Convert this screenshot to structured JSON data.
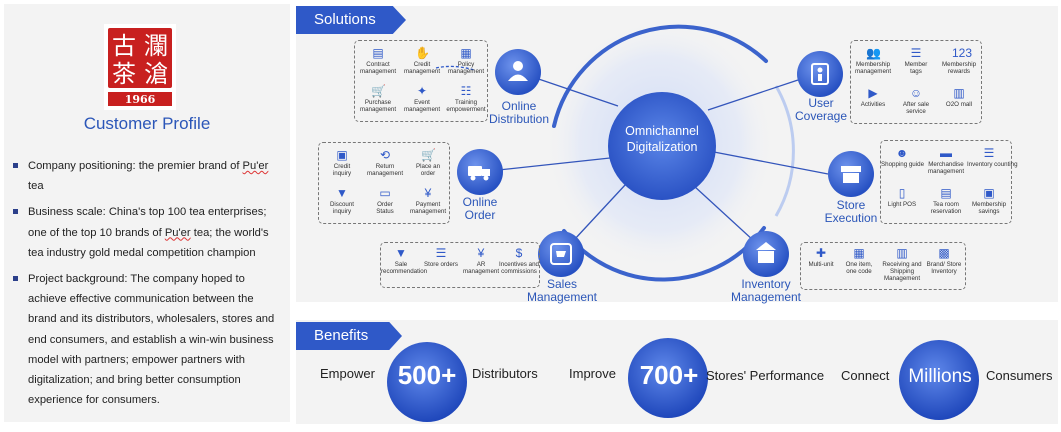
{
  "customer_profile": {
    "logo_text_top_left": "古",
    "logo_text_top_right": "瀾",
    "logo_text_mid_left": "茶",
    "logo_text_mid_right": "滄",
    "logo_year": "1966",
    "title": "Customer Profile",
    "bullets": [
      {
        "before": "Company positioning: the premier brand of ",
        "marked": "Pu'er",
        "after": " tea"
      },
      {
        "before": "Business scale: China's top 100 tea enterprises; one of the top 10 brands of ",
        "marked": "Pu'er",
        "after": " tea; the world's tea industry gold medal competition champion"
      },
      {
        "before": "Project background: The company hoped to achieve effective communication between the brand and its distributors, wholesalers, stores and end consumers, and establish a win-win business model with partners; empower partners with digitalization; and bring better consumption experience for consumers.",
        "marked": "",
        "after": ""
      }
    ]
  },
  "solutions": {
    "tag": "Solutions",
    "hub_line1": "Omnichannel",
    "hub_line2": "Digitalization",
    "nodes": {
      "online_distribution": {
        "line1": "Online",
        "line2": "Distribution",
        "icon": "person-icon"
      },
      "online_order": {
        "line1": "Online",
        "line2": "Order",
        "icon": "truck-icon"
      },
      "sales_management": {
        "line1": "Sales",
        "line2": "Management",
        "icon": "cart-icon"
      },
      "inventory_management": {
        "line1": "Inventory",
        "line2": "Management",
        "icon": "warehouse-icon"
      },
      "store_execution": {
        "line1": "Store",
        "line2": "Execution",
        "icon": "store-icon"
      },
      "user_coverage": {
        "line1": "User",
        "line2": "Coverage",
        "icon": "user-icon"
      }
    },
    "boxes": {
      "distribution": [
        {
          "l1": "Contract",
          "l2": "management",
          "icon": "▤"
        },
        {
          "l1": "Credit",
          "l2": "management",
          "icon": "✋"
        },
        {
          "l1": "Policy",
          "l2": "management",
          "icon": "▦"
        },
        {
          "l1": "Purchase",
          "l2": "management",
          "icon": "🛒"
        },
        {
          "l1": "Event",
          "l2": "management",
          "icon": "✦"
        },
        {
          "l1": "Training",
          "l2": "empowerment",
          "icon": "☷"
        }
      ],
      "order": [
        {
          "l1": "Credit",
          "l2": "inquiry",
          "icon": "▣"
        },
        {
          "l1": "Return",
          "l2": "management",
          "icon": "⟲"
        },
        {
          "l1": "Place an",
          "l2": "order",
          "icon": "🛒"
        },
        {
          "l1": "Discount",
          "l2": "inquiry",
          "icon": "▼"
        },
        {
          "l1": "Order",
          "l2": "Status",
          "icon": "▭"
        },
        {
          "l1": "Payment",
          "l2": "management",
          "icon": "¥"
        }
      ],
      "sales": [
        {
          "l1": "Sale",
          "l2": "recommendation",
          "icon": "▼"
        },
        {
          "l1": "Store orders",
          "l2": "",
          "icon": "☰"
        },
        {
          "l1": "AR",
          "l2": "management",
          "icon": "¥"
        },
        {
          "l1": "Incentives and",
          "l2": "commissions",
          "icon": "$"
        }
      ],
      "inventory": [
        {
          "l1": "Multi-unit",
          "l2": "",
          "icon": "✚"
        },
        {
          "l1": "One item,",
          "l2": "one code",
          "icon": "▦"
        },
        {
          "l1": "Receiving and",
          "l2": "Shipping",
          "l3": "Management",
          "icon": "▥"
        },
        {
          "l1": "Brand/ Store",
          "l2": "Inventory",
          "icon": "▩"
        }
      ],
      "store": [
        {
          "l1": "Shopping guide",
          "l2": "",
          "icon": "☻"
        },
        {
          "l1": "Merchandise",
          "l2": "management",
          "icon": "▬"
        },
        {
          "l1": "Inventory counting",
          "l2": "",
          "icon": "☰"
        },
        {
          "l1": "Light POS",
          "l2": "",
          "icon": "▯"
        },
        {
          "l1": "Tea room",
          "l2": "reservation",
          "icon": "▤"
        },
        {
          "l1": "Membership",
          "l2": "savings",
          "icon": "▣"
        }
      ],
      "user": [
        {
          "l1": "Membership",
          "l2": "management",
          "icon": "👥"
        },
        {
          "l1": "Member",
          "l2": "tags",
          "icon": "☰"
        },
        {
          "l1": "Membership",
          "l2": "rewards",
          "icon": "123"
        },
        {
          "l1": "Activities",
          "l2": "",
          "icon": "▶"
        },
        {
          "l1": "After sale",
          "l2": "service",
          "icon": "☺"
        },
        {
          "l1": "O2O mall",
          "l2": "",
          "icon": "▥"
        }
      ]
    }
  },
  "benefits": {
    "tag": "Benefits",
    "items": [
      {
        "prefix": "Empower",
        "value": "500+",
        "suffix": "Distributors"
      },
      {
        "prefix": "Improve",
        "value": "700+",
        "suffix": "Stores' Performance"
      },
      {
        "prefix": "Connect",
        "value": "Millions",
        "suffix": "Consumers"
      }
    ]
  }
}
